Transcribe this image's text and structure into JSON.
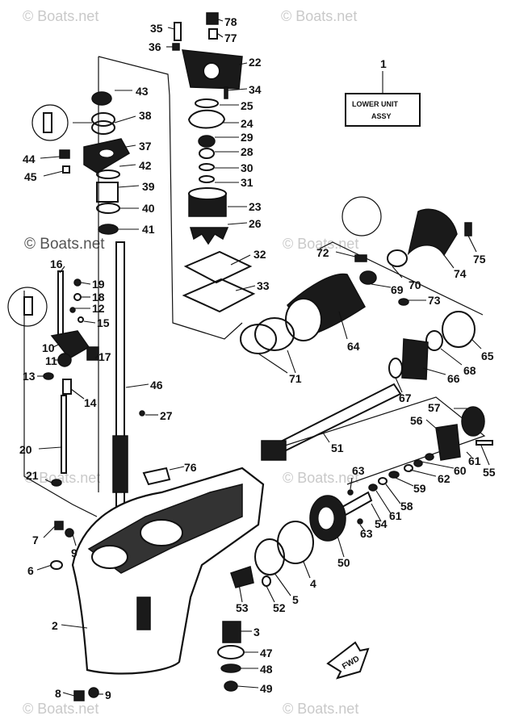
{
  "watermark": "© Boats.net",
  "title_box": {
    "item": "1",
    "line1": "LOWER UNIT",
    "line2": "ASSY"
  },
  "fwd_label": "FWD",
  "callouts": [
    {
      "id": "78",
      "label": "78"
    },
    {
      "id": "35",
      "label": "35"
    },
    {
      "id": "77",
      "label": "77"
    },
    {
      "id": "36",
      "label": "36"
    },
    {
      "id": "22",
      "label": "22"
    },
    {
      "id": "34",
      "label": "34"
    },
    {
      "id": "43",
      "label": "43"
    },
    {
      "id": "25",
      "label": "25"
    },
    {
      "id": "38",
      "label": "38"
    },
    {
      "id": "24",
      "label": "24"
    },
    {
      "id": "29",
      "label": "29"
    },
    {
      "id": "37",
      "label": "37"
    },
    {
      "id": "28",
      "label": "28"
    },
    {
      "id": "44",
      "label": "44"
    },
    {
      "id": "42",
      "label": "42"
    },
    {
      "id": "30",
      "label": "30"
    },
    {
      "id": "45",
      "label": "45"
    },
    {
      "id": "31",
      "label": "31"
    },
    {
      "id": "39",
      "label": "39"
    },
    {
      "id": "23",
      "label": "23"
    },
    {
      "id": "40",
      "label": "40"
    },
    {
      "id": "26",
      "label": "26"
    },
    {
      "id": "41",
      "label": "41"
    },
    {
      "id": "75",
      "label": "75"
    },
    {
      "id": "72",
      "label": "72"
    },
    {
      "id": "74",
      "label": "74"
    },
    {
      "id": "32",
      "label": "32"
    },
    {
      "id": "16",
      "label": "16"
    },
    {
      "id": "70",
      "label": "70"
    },
    {
      "id": "69",
      "label": "69"
    },
    {
      "id": "19",
      "label": "19"
    },
    {
      "id": "33",
      "label": "33"
    },
    {
      "id": "73",
      "label": "73"
    },
    {
      "id": "18",
      "label": "18"
    },
    {
      "id": "12",
      "label": "12"
    },
    {
      "id": "15",
      "label": "15"
    },
    {
      "id": "65",
      "label": "65"
    },
    {
      "id": "64",
      "label": "64"
    },
    {
      "id": "10",
      "label": "10"
    },
    {
      "id": "68",
      "label": "68"
    },
    {
      "id": "11",
      "label": "11"
    },
    {
      "id": "17",
      "label": "17"
    },
    {
      "id": "71",
      "label": "71"
    },
    {
      "id": "66",
      "label": "66"
    },
    {
      "id": "13",
      "label": "13"
    },
    {
      "id": "46",
      "label": "46"
    },
    {
      "id": "14",
      "label": "14"
    },
    {
      "id": "67",
      "label": "67"
    },
    {
      "id": "27",
      "label": "27"
    },
    {
      "id": "57",
      "label": "57"
    },
    {
      "id": "56",
      "label": "56"
    },
    {
      "id": "51",
      "label": "51"
    },
    {
      "id": "20",
      "label": "20"
    },
    {
      "id": "61a",
      "label": "61"
    },
    {
      "id": "55",
      "label": "55"
    },
    {
      "id": "60",
      "label": "60"
    },
    {
      "id": "76",
      "label": "76"
    },
    {
      "id": "63a",
      "label": "63"
    },
    {
      "id": "62",
      "label": "62"
    },
    {
      "id": "21",
      "label": "21"
    },
    {
      "id": "59",
      "label": "59"
    },
    {
      "id": "58",
      "label": "58"
    },
    {
      "id": "61b",
      "label": "61"
    },
    {
      "id": "54",
      "label": "54"
    },
    {
      "id": "63b",
      "label": "63"
    },
    {
      "id": "7",
      "label": "7"
    },
    {
      "id": "9a",
      "label": "9"
    },
    {
      "id": "50",
      "label": "50"
    },
    {
      "id": "6",
      "label": "6"
    },
    {
      "id": "4",
      "label": "4"
    },
    {
      "id": "53",
      "label": "53"
    },
    {
      "id": "52",
      "label": "52"
    },
    {
      "id": "5",
      "label": "5"
    },
    {
      "id": "2",
      "label": "2"
    },
    {
      "id": "3",
      "label": "3"
    },
    {
      "id": "47",
      "label": "47"
    },
    {
      "id": "48",
      "label": "48"
    },
    {
      "id": "8",
      "label": "8"
    },
    {
      "id": "9b",
      "label": "9"
    },
    {
      "id": "49",
      "label": "49"
    }
  ]
}
